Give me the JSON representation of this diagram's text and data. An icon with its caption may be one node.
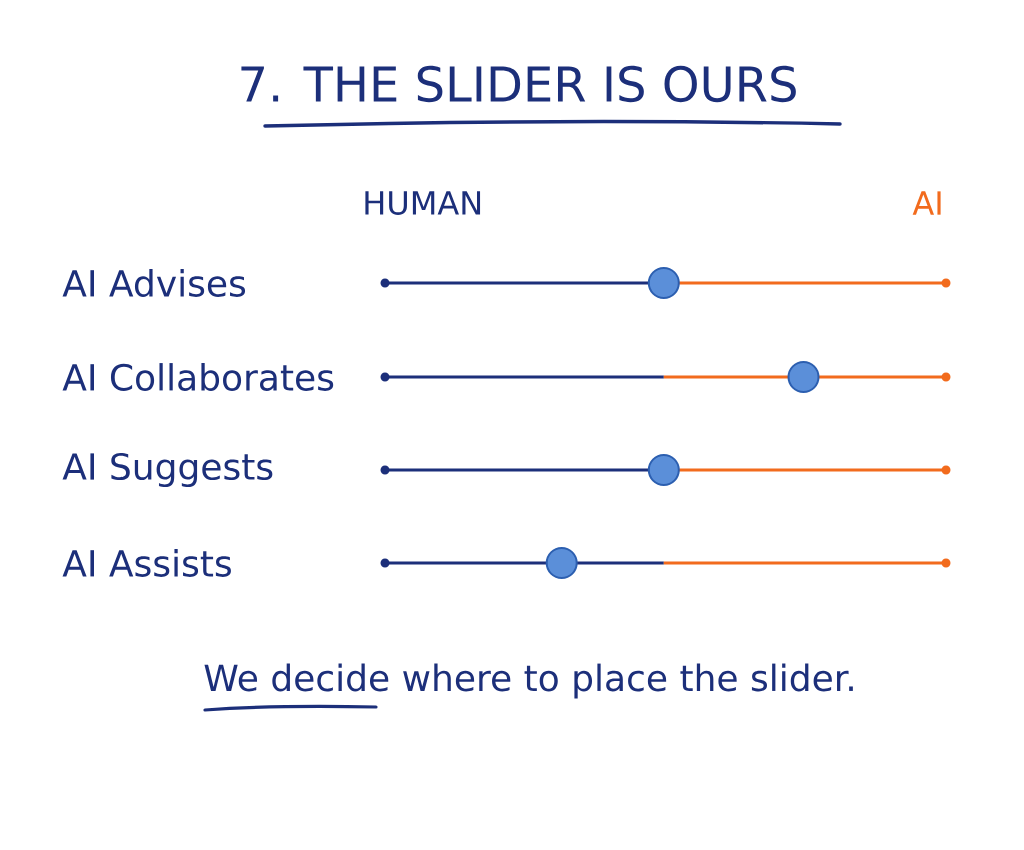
{
  "diagram": {
    "title": "7. THE SLIDER IS OURS",
    "caption": "We decide where to place the slider.",
    "labels": [
      "HUMAN",
      "AI",
      "AI Advises",
      "AI Collaborates",
      "AI Suggests",
      "AI Assists"
    ]
  }
}
